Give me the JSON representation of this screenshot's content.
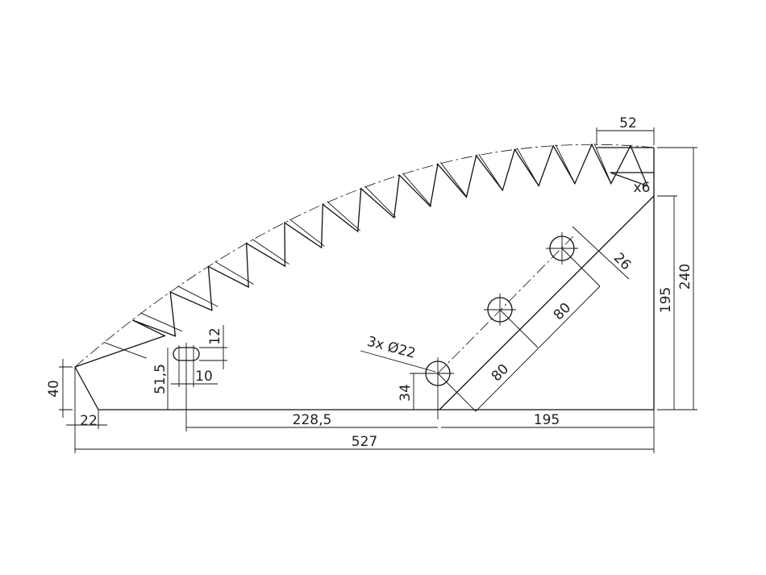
{
  "dimensions": {
    "top_width": "52",
    "teeth_count": "x6",
    "total_height": "240",
    "right_height": "195",
    "hole_offset": "26",
    "hole_spacing_1": "80",
    "hole_spacing_2": "80",
    "holes": "3x Ø22",
    "hole_height": "34",
    "bottom_right": "195",
    "slot_to_hole": "228,5",
    "total_width": "527",
    "left_offset": "22",
    "left_height": "40",
    "slot_height": "51,5",
    "slot_width": "10",
    "slot_size": "12"
  },
  "colors": {
    "line": "#111111",
    "background": "#ffffff"
  }
}
